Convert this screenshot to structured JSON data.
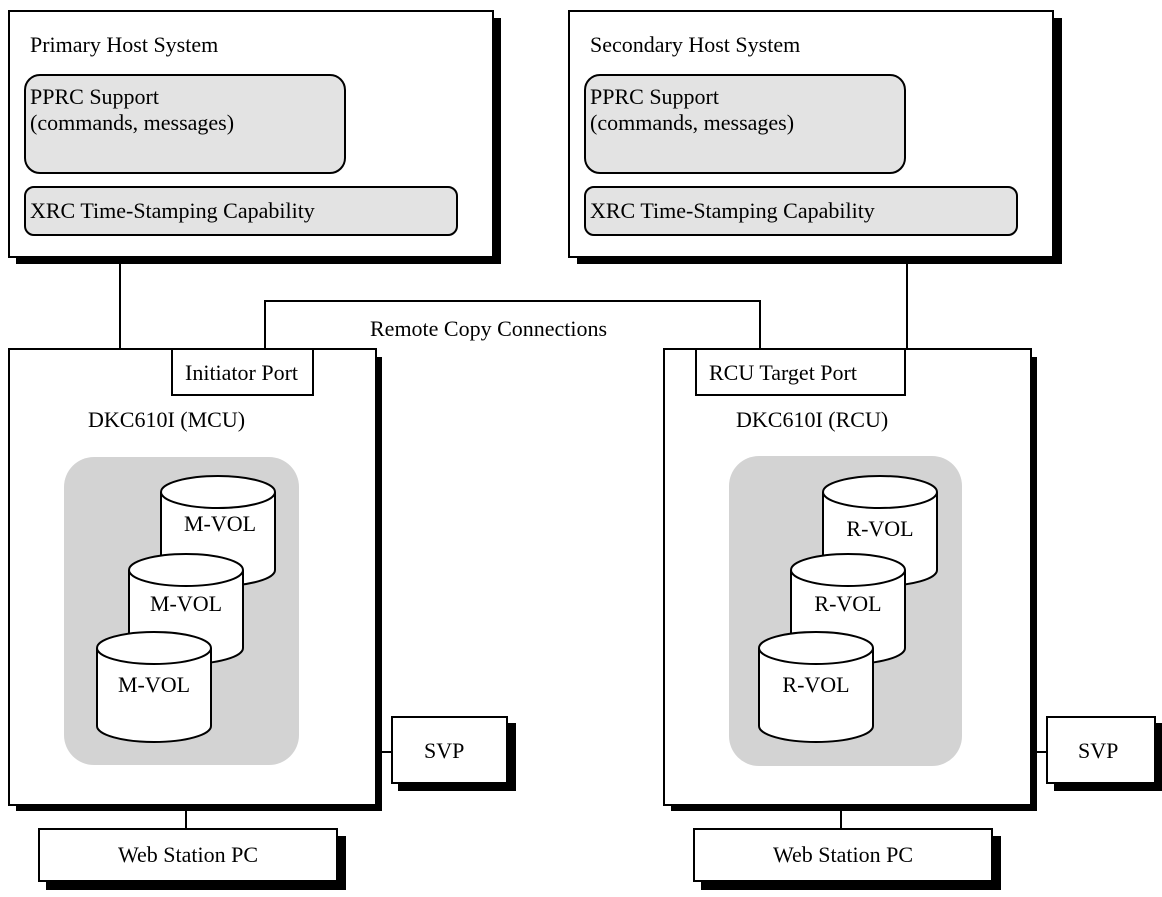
{
  "primary_host": {
    "title": "Primary Host System",
    "pprc_line1": "PPRC Support",
    "pprc_line2": "(commands, messages)",
    "xrc": "XRC Time-Stamping Capability"
  },
  "secondary_host": {
    "title": "Secondary Host System",
    "pprc_line1": "PPRC Support",
    "pprc_line2": "(commands, messages)",
    "xrc": "XRC Time-Stamping Capability"
  },
  "connections": {
    "label": "Remote Copy Connections"
  },
  "mcu": {
    "port": "Initiator Port",
    "title": "DKC610I (MCU)",
    "volumes": [
      "M-VOL",
      "M-VOL",
      "M-VOL"
    ],
    "svp": "SVP",
    "web_station": "Web Station PC"
  },
  "rcu": {
    "port": "RCU Target Port",
    "title": "DKC610I (RCU)",
    "volumes": [
      "R-VOL",
      "R-VOL",
      "R-VOL"
    ],
    "svp": "SVP",
    "web_station": "Web Station PC"
  }
}
